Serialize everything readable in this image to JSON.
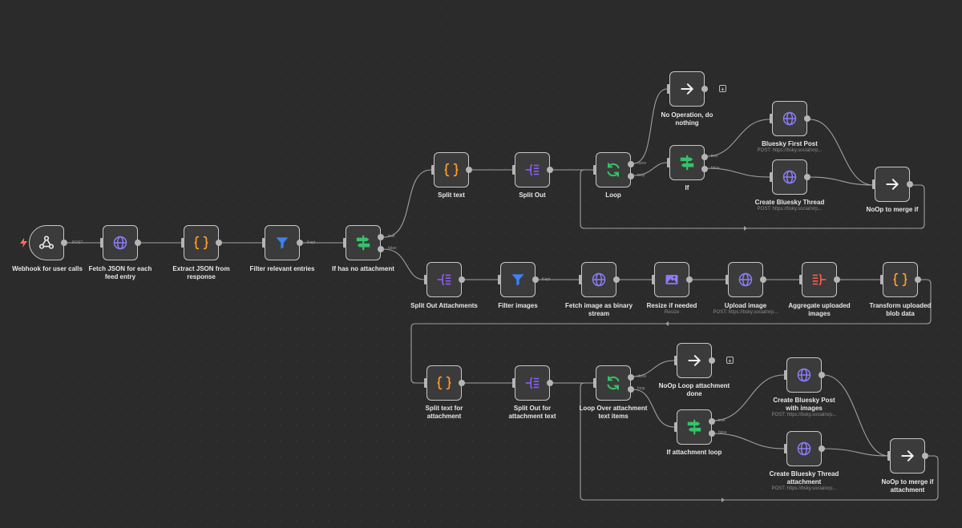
{
  "colors": {
    "canvas_bg": "#2b2b2b",
    "node_bg": "#3b3b3b",
    "node_border": "#c7c7c7",
    "edge": "#a0a0a0",
    "code_icon": "#ff9b26",
    "http_icon": "#8b7cf6",
    "filter_icon": "#3b82f6",
    "if_icon": "#35c26b",
    "loop_icon": "#35c26b",
    "trigger_bolt": "#ff6d5a"
  },
  "nodes": {
    "webhook": {
      "label": "Webhook for user calls",
      "icon": "webhook-icon"
    },
    "fetch_json": {
      "label": "Fetch JSON for each feed entry",
      "icon": "globe-icon"
    },
    "extract_json": {
      "label": "Extract JSON from response",
      "icon": "code-braces-icon"
    },
    "filter_relevant": {
      "label": "Filter relevant entries",
      "icon": "filter-icon"
    },
    "if_no_attachment": {
      "label": "If has no attachment",
      "icon": "signpost-icon"
    },
    "split_text": {
      "label": "Split text",
      "icon": "code-braces-icon"
    },
    "split_out": {
      "label": "Split Out",
      "icon": "split-out-icon"
    },
    "loop": {
      "label": "Loop",
      "icon": "loop-icon"
    },
    "noop_nothing": {
      "label": "No Operation, do nothing",
      "icon": "arrow-right-icon"
    },
    "if_node": {
      "label": "If",
      "icon": "signpost-icon"
    },
    "bluesky_first": {
      "label": "Bluesky First Post",
      "sub": "POST: https://bsky.social/xrp...",
      "icon": "globe-icon"
    },
    "bluesky_thread": {
      "label": "Create Bluesky Thread",
      "sub": "POST: https://bsky.social/xrp...",
      "icon": "globe-icon"
    },
    "noop_merge": {
      "label": "NoOp to merge if",
      "icon": "arrow-right-icon"
    },
    "split_out_attachments": {
      "label": "Split Out Attachments",
      "icon": "split-out-icon"
    },
    "filter_images": {
      "label": "Filter images",
      "icon": "filter-icon"
    },
    "fetch_image": {
      "label": "Fetch image as binary stream",
      "icon": "globe-icon"
    },
    "resize": {
      "label": "Resize if needed",
      "sub": "Resize",
      "icon": "image-icon"
    },
    "upload_image": {
      "label": "Upload image",
      "sub": "POST: https://bsky.social/xrp...",
      "icon": "globe-icon"
    },
    "aggregate": {
      "label": "Aggregate uploaded images",
      "icon": "aggregate-icon"
    },
    "transform_blob": {
      "label": "Transform uploaded blob data",
      "icon": "code-braces-icon"
    },
    "split_text_attachment": {
      "label": "Split text for attachment",
      "icon": "code-braces-icon"
    },
    "split_out_attachment_text": {
      "label": "Split Out for attachment text",
      "icon": "split-out-icon"
    },
    "loop_attachment": {
      "label": "Loop Over attachment text items",
      "icon": "loop-icon"
    },
    "noop_loop_done": {
      "label": "NoOp Loop attachment done",
      "icon": "arrow-right-icon"
    },
    "if_attachment_loop": {
      "label": "If attachment loop",
      "icon": "signpost-icon"
    },
    "bluesky_post_images": {
      "label": "Create Bluesky Post with images",
      "sub": "POST: https://bsky.social/xrp...",
      "icon": "globe-icon"
    },
    "bluesky_thread_attachment": {
      "label": "Create Bluesky Thread attachment",
      "sub": "POST: https://bsky.social/xrp...",
      "icon": "globe-icon"
    },
    "noop_merge_attachment": {
      "label": "NoOp to merge if attachment",
      "icon": "arrow-right-icon"
    }
  },
  "edge_labels": {
    "post": "POST",
    "kept": "Kept",
    "true": "true",
    "false": "false",
    "done": "done",
    "loop": "loop"
  },
  "buttons": {
    "plus": "+"
  }
}
